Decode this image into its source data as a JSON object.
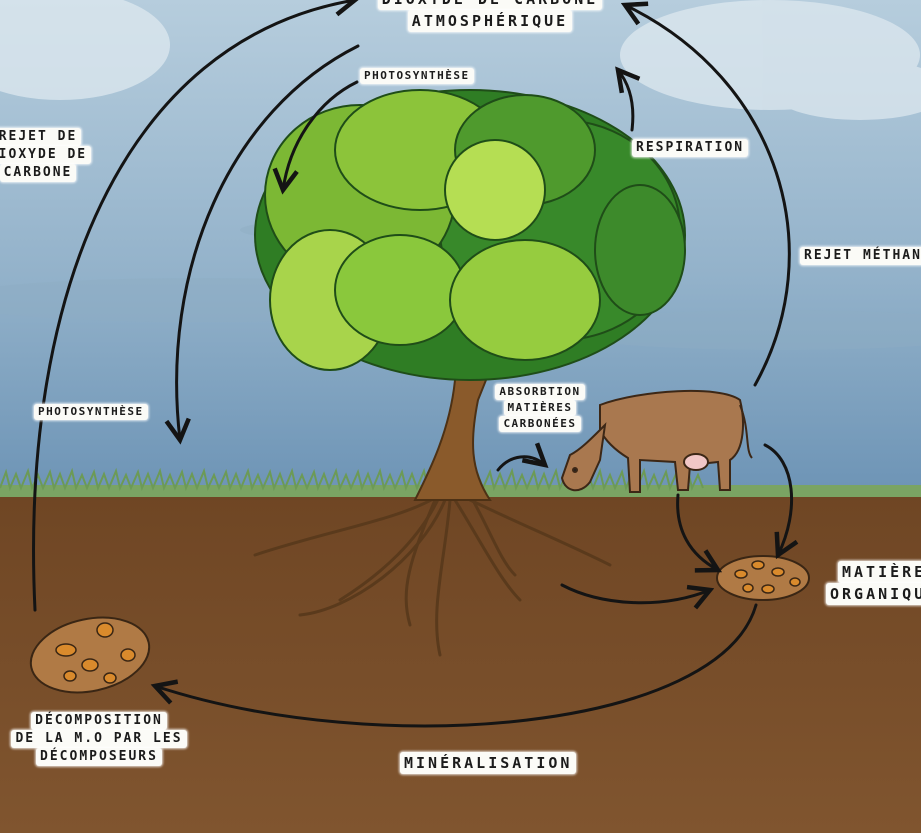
{
  "labels": {
    "co2_line1": "DIOXYDE DE CARBONE",
    "co2_line2": "ATMOSPHÉRIQUE",
    "photosynthese_top": "PHOTOSYNTHÈSE",
    "respiration": "RESPIRATION",
    "rejet_co2_line1": "REJET DE",
    "rejet_co2_line2": "DIOXYDE DE",
    "rejet_co2_line3": "CARBONE",
    "rejet_methane": "REJET MÉTHANE",
    "photosynthese_left": "PHOTOSYNTHÈSE",
    "absorption_line1": "ABSORBTION",
    "absorption_line2": "MATIÈRES",
    "absorption_line3": "CARBONÉES",
    "matiere_line1": "MATIÈRE",
    "matiere_line2": "ORGANIQUE",
    "decomposition_line1": "DÉCOMPOSITION",
    "decomposition_line2": "DE LA M.O PAR LES",
    "decomposition_line3": "DÉCOMPOSEURS",
    "mineralisation": "MINÉRALISATION"
  },
  "colors": {
    "sky_top": "#a9c3d6",
    "sky_bottom": "#6f95b6",
    "soil": "#7d522d",
    "grass": "#6f9a57",
    "tree_dark": "#2f7d24",
    "tree_light": "#a8d44b",
    "trunk": "#8a5a2b",
    "cow": "#a9784f",
    "organic_matter": "#b07a45",
    "arrow": "#141414"
  }
}
